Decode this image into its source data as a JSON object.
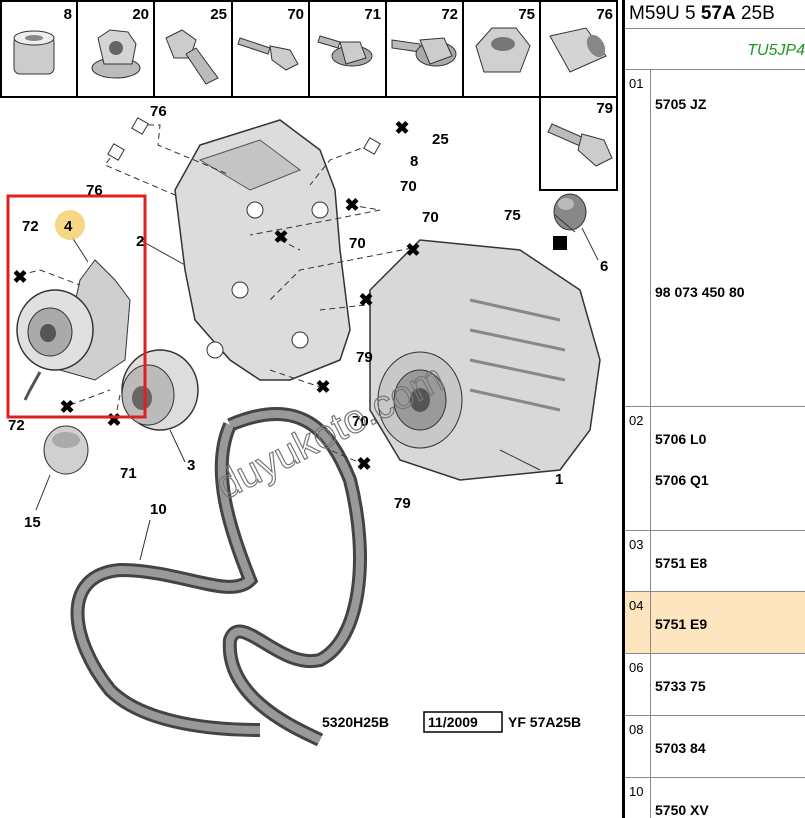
{
  "header": {
    "prefix": "M59U 5 ",
    "bold": "57A",
    "suffix": " 25B"
  },
  "subheader": "TU5JP4",
  "thumbnails": [
    {
      "num": "8",
      "icon": "bushing-icon"
    },
    {
      "num": "20",
      "icon": "flange-nut-icon"
    },
    {
      "num": "25",
      "icon": "stud-bolt-icon"
    },
    {
      "num": "70",
      "icon": "long-bolt-icon"
    },
    {
      "num": "71",
      "icon": "flange-bolt-icon"
    },
    {
      "num": "72",
      "icon": "flange-bolt-icon"
    },
    {
      "num": "75",
      "icon": "hex-nut-icon"
    },
    {
      "num": "76",
      "icon": "sleeve-icon"
    },
    {
      "num": "79",
      "icon": "long-bolt-icon"
    }
  ],
  "callouts": {
    "c1": "1",
    "c2": "2",
    "c3": "3",
    "c4": "4",
    "c6": "6",
    "c8": "8",
    "c10": "10",
    "c15": "15",
    "c25": "25",
    "c70a": "70",
    "c70b": "70",
    "c70c": "70",
    "c70d": "70",
    "c71": "71",
    "c72a": "72",
    "c72b": "72",
    "c75": "75",
    "c76a": "76",
    "c76b": "76",
    "c79a": "79",
    "c79b": "79"
  },
  "watermark": "duyukoto.com",
  "footer": {
    "code": "5320H25B",
    "date": "11/2009",
    "ref": "YF 57A25B"
  },
  "parts": [
    {
      "index": "01",
      "refs": [
        "5705 JZ",
        "98 073 450 80"
      ],
      "highlight": false
    },
    {
      "index": "02",
      "refs": [
        "5706 L0",
        "5706 Q1"
      ],
      "highlight": false
    },
    {
      "index": "03",
      "refs": [
        "5751 E8"
      ],
      "highlight": false
    },
    {
      "index": "04",
      "refs": [
        "5751 E9"
      ],
      "highlight": true
    },
    {
      "index": "06",
      "refs": [
        "5733 75"
      ],
      "highlight": false
    },
    {
      "index": "08",
      "refs": [
        "5703 84"
      ],
      "highlight": false
    },
    {
      "index": "10",
      "refs": [
        "5750 XV"
      ],
      "highlight": false
    }
  ],
  "colors": {
    "highlight_row": "#fde6bf",
    "selection_box": "#e02020",
    "subheader": "#1a9a1a",
    "callout_badge": "#f5d27a"
  }
}
